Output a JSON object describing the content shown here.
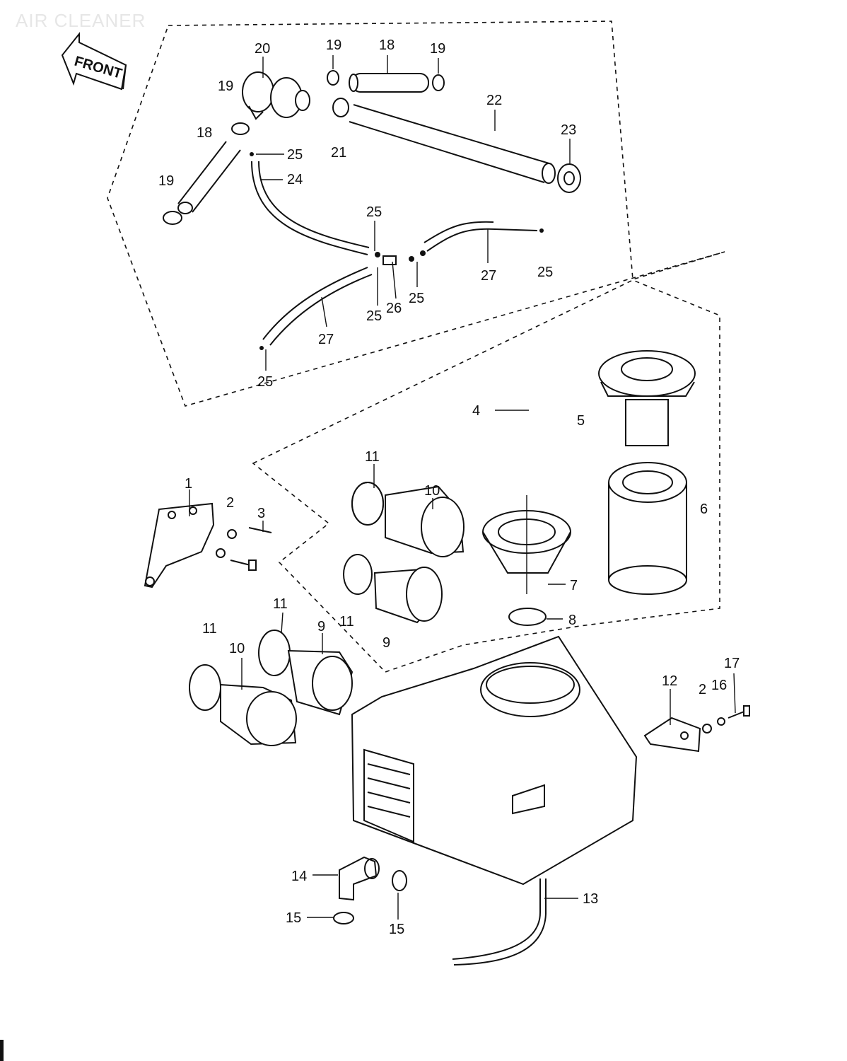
{
  "title": "AIR CLEANER",
  "front_label": "FRONT",
  "callouts": {
    "p1": "1",
    "p2a": "2",
    "p2b": "2",
    "p3": "3",
    "p4": "4",
    "p5": "5",
    "p6": "6",
    "p7": "7",
    "p8": "8",
    "p9a": "9",
    "p9b": "9",
    "p10a": "10",
    "p10b": "10",
    "p11a": "11",
    "p11b": "11",
    "p11c": "11",
    "p11d": "11",
    "p12": "12",
    "p13": "13",
    "p14": "14",
    "p15a": "15",
    "p15b": "15",
    "p16": "16",
    "p17": "17",
    "p18a": "18",
    "p18b": "18",
    "p19a": "19",
    "p19b": "19",
    "p19c": "19",
    "p19d": "19",
    "p20": "20",
    "p21": "21",
    "p22": "22",
    "p23": "23",
    "p24": "24",
    "p25a": "25",
    "p25b": "25",
    "p25c": "25",
    "p25d": "25",
    "p25e": "25",
    "p25f": "25",
    "p26": "26",
    "p27a": "27",
    "p27b": "27"
  }
}
